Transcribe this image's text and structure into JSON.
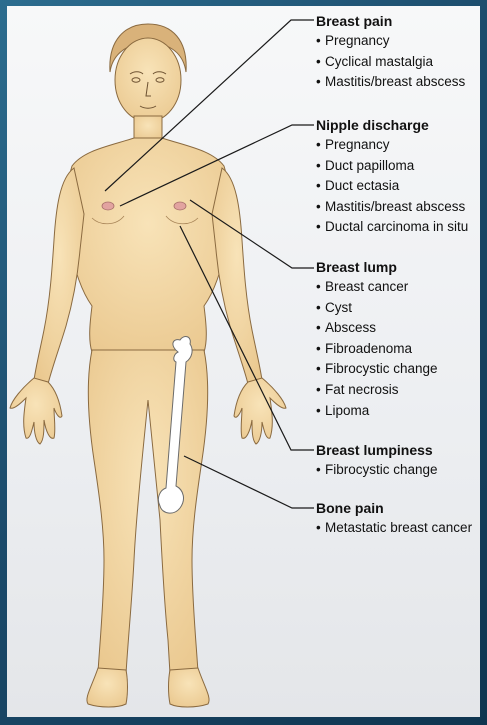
{
  "colors": {
    "background": "#1f4e6e",
    "panel": "#eceef1",
    "skin": "#f4d9a8",
    "skin_outline": "#8a6a40",
    "bone": "#ffffff",
    "leader": "#1a1a1a"
  },
  "figure": {
    "subject": "female-body-front-view",
    "bone_icon": "femur-bone"
  },
  "groups": [
    {
      "title": "Breast pain",
      "items": [
        "Pregnancy",
        "Cyclical mastalgia",
        "Mastitis/breast abscess"
      ]
    },
    {
      "title": "Nipple discharge",
      "items": [
        "Pregnancy",
        "Duct papilloma",
        "Duct ectasia",
        "Mastitis/breast abscess",
        "Ductal carcinoma in situ"
      ]
    },
    {
      "title": "Breast lump",
      "items": [
        "Breast cancer",
        "Cyst",
        "Abscess",
        "Fibroadenoma",
        "Fibrocystic change",
        "Fat necrosis",
        "Lipoma"
      ]
    },
    {
      "title": "Breast lumpiness",
      "items": [
        "Fibrocystic change"
      ]
    },
    {
      "title": "Bone pain",
      "items": [
        "Metastatic breast cancer"
      ]
    }
  ]
}
